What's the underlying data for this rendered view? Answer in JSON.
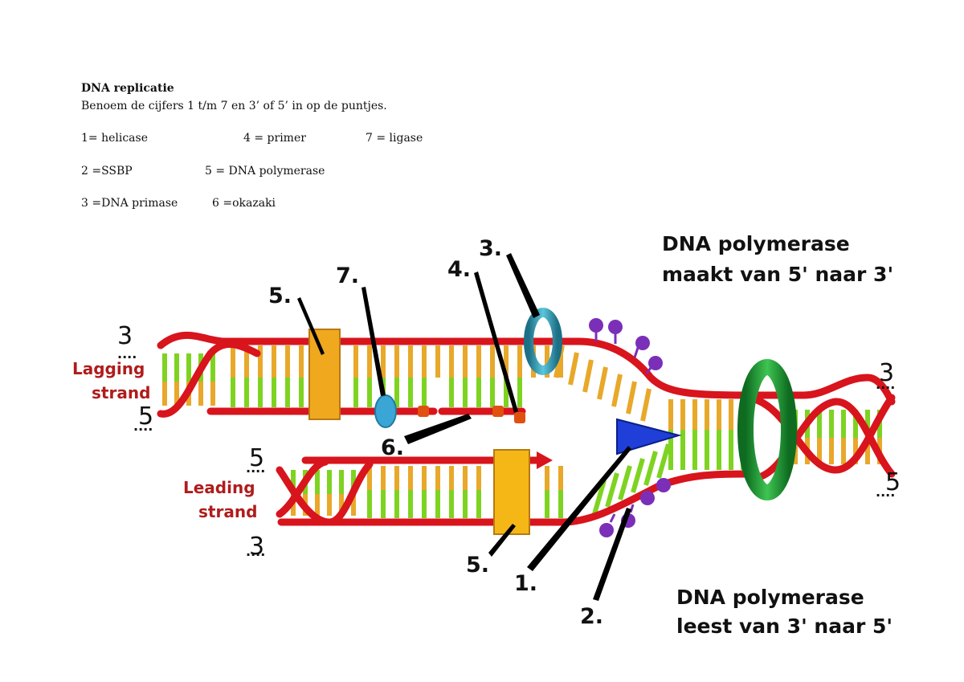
{
  "document": {
    "title": "DNA replicatie",
    "instruction": "Benoem de cijfers 1 t/m 7 en 3’ of 5’ in op de puntjes."
  },
  "legend": [
    {
      "text": "1= helicase"
    },
    {
      "text": "4 = primer"
    },
    {
      "text": "7 = ligase"
    },
    {
      "text": "2 =SSBP"
    },
    {
      "text": "5 = DNA polymerase"
    },
    {
      "text": "3 =DNA primase"
    },
    {
      "text": "6 =okazaki"
    }
  ],
  "diagram": {
    "lagging_strand": [
      "Lagging",
      "strand"
    ],
    "leading_strand": [
      "Leading",
      "strand"
    ],
    "numbers": {
      "n1": "1.",
      "n2": "2.",
      "n3": "3.",
      "n4": "4.",
      "n5_top": "5.",
      "n5_bottom": "5.",
      "n6": "6.",
      "n7": "7."
    },
    "caption_top": [
      "DNA polymerase",
      "maakt van 5' naar 3'"
    ],
    "caption_bottom": [
      "DNA polymerase",
      "leest van 3' naar 5'"
    ],
    "handwritten": {
      "lag_top": "3",
      "lag_bottom": "5",
      "lead_top": "5",
      "lead_bottom": "3",
      "right_top": "3",
      "right_bottom": "5"
    },
    "dots": "....",
    "colors": {
      "strand": "#d8141c",
      "base_orange": "#e8a82a",
      "base_green": "#7ed321",
      "polymerase": "#f0a81e",
      "helicase": "#1f3fd8",
      "ssbp": "#7b2fb8",
      "primase": "#2c9bb3",
      "ligase": "#3aa6d6",
      "primer": "#e05010",
      "ring": "#1c8a2e"
    }
  }
}
